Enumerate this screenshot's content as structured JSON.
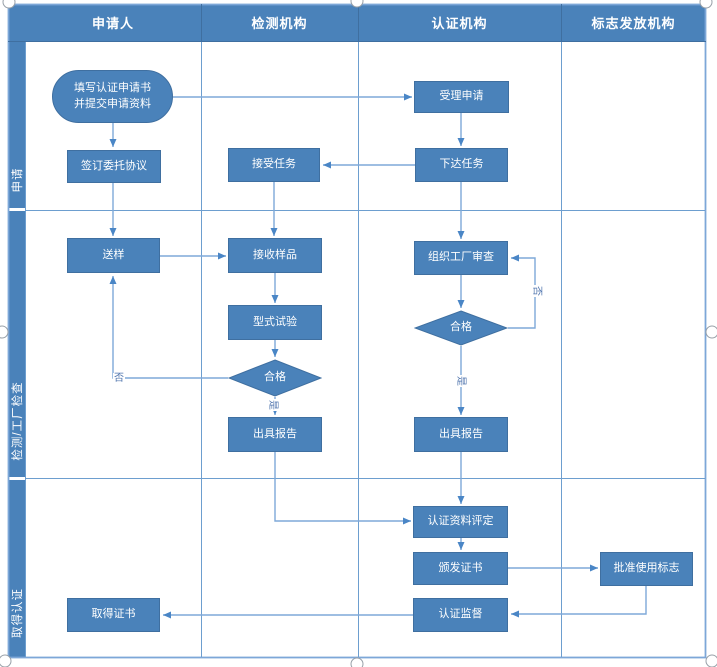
{
  "header": {
    "columns": [
      {
        "label": "申请人"
      },
      {
        "label": "检测机构"
      },
      {
        "label": "认证机构"
      },
      {
        "label": "标志发放机构"
      }
    ]
  },
  "lanes": [
    {
      "label": "申请"
    },
    {
      "label": "检测/工厂检查"
    },
    {
      "label": "取得认证"
    }
  ],
  "nodes": {
    "apply_form": {
      "label": "填写认证申请书并提交申请资料",
      "shape": "terminator"
    },
    "sign_agreement": {
      "label": "签订委托协议",
      "shape": "process"
    },
    "accept_task": {
      "label": "接受任务",
      "shape": "process"
    },
    "accept_application": {
      "label": "受理申请",
      "shape": "process"
    },
    "assign_task": {
      "label": "下达任务",
      "shape": "process"
    },
    "send_sample": {
      "label": "送样",
      "shape": "process"
    },
    "receive_sample": {
      "label": "接收样品",
      "shape": "process"
    },
    "type_test": {
      "label": "型式试验",
      "shape": "process"
    },
    "test_qualified": {
      "label": "合格",
      "shape": "decision"
    },
    "test_report": {
      "label": "出具报告",
      "shape": "process"
    },
    "organize_audit": {
      "label": "组织工厂审查",
      "shape": "process"
    },
    "audit_qualified": {
      "label": "合格",
      "shape": "decision"
    },
    "audit_report": {
      "label": "出具报告",
      "shape": "process"
    },
    "evaluate_materials": {
      "label": "认证资料评定",
      "shape": "process"
    },
    "issue_certificate": {
      "label": "颁发证书",
      "shape": "process"
    },
    "approve_mark": {
      "label": "批准使用标志",
      "shape": "process"
    },
    "certification_supervision": {
      "label": "认证监督",
      "shape": "process"
    },
    "obtain_certificate": {
      "label": "取得证书",
      "shape": "process"
    }
  },
  "edge_labels": {
    "test_no": "否",
    "test_yes": "是",
    "audit_no": "否",
    "audit_yes": "是"
  },
  "edges": [
    {
      "from": "apply_form",
      "to": "accept_application"
    },
    {
      "from": "apply_form",
      "to": "sign_agreement"
    },
    {
      "from": "accept_application",
      "to": "assign_task"
    },
    {
      "from": "assign_task",
      "to": "accept_task"
    },
    {
      "from": "sign_agreement",
      "to": "send_sample"
    },
    {
      "from": "accept_task",
      "to": "receive_sample"
    },
    {
      "from": "send_sample",
      "to": "receive_sample"
    },
    {
      "from": "receive_sample",
      "to": "type_test"
    },
    {
      "from": "type_test",
      "to": "test_qualified"
    },
    {
      "from": "test_qualified",
      "to": "send_sample",
      "label": "否"
    },
    {
      "from": "test_qualified",
      "to": "test_report",
      "label": "是"
    },
    {
      "from": "assign_task",
      "to": "organize_audit"
    },
    {
      "from": "organize_audit",
      "to": "audit_qualified"
    },
    {
      "from": "audit_qualified",
      "to": "organize_audit",
      "label": "否"
    },
    {
      "from": "audit_qualified",
      "to": "audit_report",
      "label": "是"
    },
    {
      "from": "audit_report",
      "to": "evaluate_materials"
    },
    {
      "from": "test_report",
      "to": "evaluate_materials"
    },
    {
      "from": "evaluate_materials",
      "to": "issue_certificate"
    },
    {
      "from": "issue_certificate",
      "to": "approve_mark"
    },
    {
      "from": "approve_mark",
      "to": "certification_supervision"
    },
    {
      "from": "certification_supervision",
      "to": "obtain_certificate"
    }
  ],
  "colors": {
    "shape_fill": "#4a82ba",
    "shape_border": "#3f6fa0",
    "connector": "#7ea9d8",
    "arrowhead": "#4a86c6",
    "grid_line": "#6d9ecf",
    "edge_label_text": "#4f74ad"
  }
}
